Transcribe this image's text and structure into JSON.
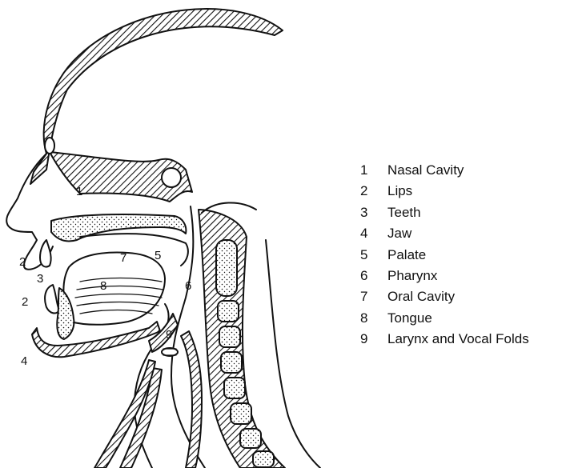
{
  "diagram": {
    "labels": [
      {
        "id": "1",
        "text": "1"
      },
      {
        "id": "2a",
        "text": "2"
      },
      {
        "id": "2b",
        "text": "2"
      },
      {
        "id": "3",
        "text": "3"
      },
      {
        "id": "4",
        "text": "4"
      },
      {
        "id": "5",
        "text": "5"
      },
      {
        "id": "6",
        "text": "6"
      },
      {
        "id": "7",
        "text": "7"
      },
      {
        "id": "8",
        "text": "8"
      },
      {
        "id": "9",
        "text": "9"
      }
    ]
  },
  "legend": [
    {
      "num": "1",
      "text": "Nasal Cavity"
    },
    {
      "num": "2",
      "text": "Lips"
    },
    {
      "num": "3",
      "text": "Teeth"
    },
    {
      "num": "4",
      "text": "Jaw"
    },
    {
      "num": "5",
      "text": "Palate"
    },
    {
      "num": "6",
      "text": "Pharynx"
    },
    {
      "num": "7",
      "text": "Oral Cavity"
    },
    {
      "num": "8",
      "text": "Tongue"
    },
    {
      "num": "9",
      "text": "Larynx and Vocal Folds"
    }
  ],
  "colors": {
    "ink": "#111111",
    "background": "#ffffff"
  }
}
